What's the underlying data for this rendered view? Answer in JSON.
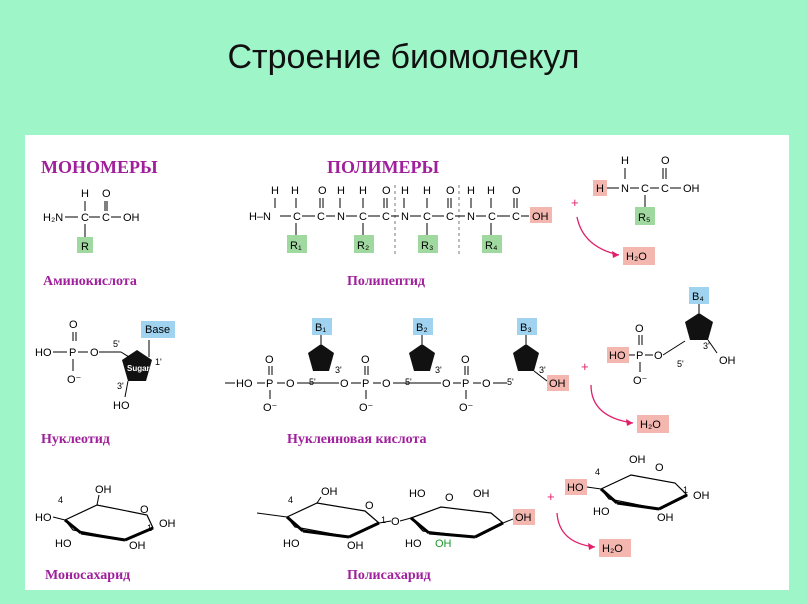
{
  "title": "Строение биомолекул",
  "headers": {
    "monomers": "МОНОМЕРЫ",
    "polymers": "ПОЛИМЕРЫ"
  },
  "captions": {
    "amino_acid": "Аминокислота",
    "polypeptide": "Полипептид",
    "nucleotide": "Нуклеотид",
    "nucleic_acid": "Нуклеиновая кислота",
    "monosaccharide": "Моносахарид",
    "polysaccharide": "Полисахарид"
  },
  "amino": {
    "h": "H",
    "o": "O",
    "h2n": "H₂N",
    "c": "C",
    "oh": "OH",
    "r": "R"
  },
  "polypeptide": {
    "start": "H–N",
    "r1": "R₁",
    "r2": "R₂",
    "r3": "R₃",
    "r4": "R₄",
    "end_oh": "OH"
  },
  "amino_reactant": {
    "h": "H",
    "o": "O",
    "n": "N",
    "c": "C",
    "oh": "OH",
    "r5": "R₅"
  },
  "water": "H₂O",
  "plus": "+",
  "nucleotide": {
    "base": "Base",
    "sugar": "Sugar",
    "p": "P",
    "o": "O",
    "ho": "HO",
    "o_minus": "O⁻",
    "five": "5'",
    "three": "3'",
    "one": "1'",
    "oh": "HO"
  },
  "nucleic": {
    "b1": "B₁",
    "b2": "B₂",
    "b3": "B₃",
    "b4": "B₄",
    "ho": "HO",
    "p": "P",
    "oh": "OH",
    "o": "O",
    "o_minus": "O⁻",
    "five": "5'",
    "three": "3'"
  },
  "sugar": {
    "oh": "OH",
    "ho": "HO",
    "o": "O",
    "four": "4",
    "one": "1"
  },
  "colors": {
    "background": "#9ef5c8",
    "header": "#a0209c",
    "green_box": "#9fd9a0",
    "blue_box": "#9fd3f0",
    "pink_box": "#f4b7b0",
    "arrow": "#e0206a",
    "oh_green": "#1b9a2b"
  }
}
